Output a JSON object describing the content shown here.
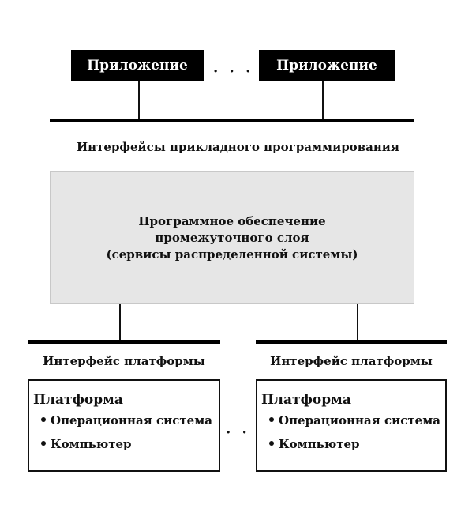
{
  "applications": {
    "left_label": "Приложение",
    "separator": "· · ·",
    "right_label": "Приложение"
  },
  "api_layer": {
    "label": "Интерфейсы прикладного программирования"
  },
  "middleware": {
    "line1": "Программное обеспечение",
    "line2": "промежуточного слоя",
    "line3": "(сервисы распределенной системы)"
  },
  "platforms": {
    "separator": "· · ·",
    "left": {
      "interface_label": "Интерфейс платформы",
      "title": "Платформа",
      "items": [
        "Операционная система",
        "Компьютер"
      ]
    },
    "right": {
      "interface_label": "Интерфейс платформы",
      "title": "Платформа",
      "items": [
        "Операционная система",
        "Компьютер"
      ]
    }
  }
}
